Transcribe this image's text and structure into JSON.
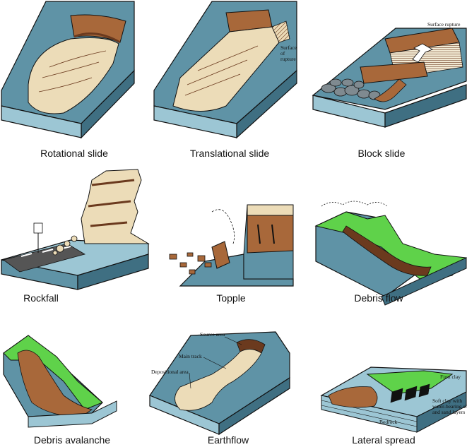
{
  "panels": [
    {
      "id": "rotational",
      "label": "Rotational slide",
      "annotations": []
    },
    {
      "id": "translational",
      "label": "Translational slide",
      "annotations": [
        "Surface",
        "of",
        "rupture"
      ]
    },
    {
      "id": "block",
      "label": "Block slide",
      "annotations": [
        "Surface rupture"
      ]
    },
    {
      "id": "rockfall",
      "label": "Rockfall",
      "annotations": []
    },
    {
      "id": "topple",
      "label": "Topple",
      "annotations": []
    },
    {
      "id": "debrisflow",
      "label": "Debris flow",
      "annotations": []
    },
    {
      "id": "debrisavalanche",
      "label": "Debris avalanche",
      "annotations": []
    },
    {
      "id": "earthflow",
      "label": "Earthflow",
      "annotations": [
        "Source area",
        "Main track",
        "Depositional area"
      ]
    },
    {
      "id": "lateral",
      "label": "Lateral spread",
      "annotations": [
        "Firm clay",
        "Soft clay with",
        "water-bearing silt",
        "and sand layers",
        "Bedrock"
      ]
    }
  ],
  "colors": {
    "rock_face": "#5f93a6",
    "rock_side": "#3f6f82",
    "base": "#9cc6d4",
    "soil": "#ecdcb8",
    "brown": "#a8683a",
    "dark_brown": "#6b3a1e",
    "grass": "#5fd24a",
    "grey": "#7f8a90",
    "outline": "#111111"
  }
}
